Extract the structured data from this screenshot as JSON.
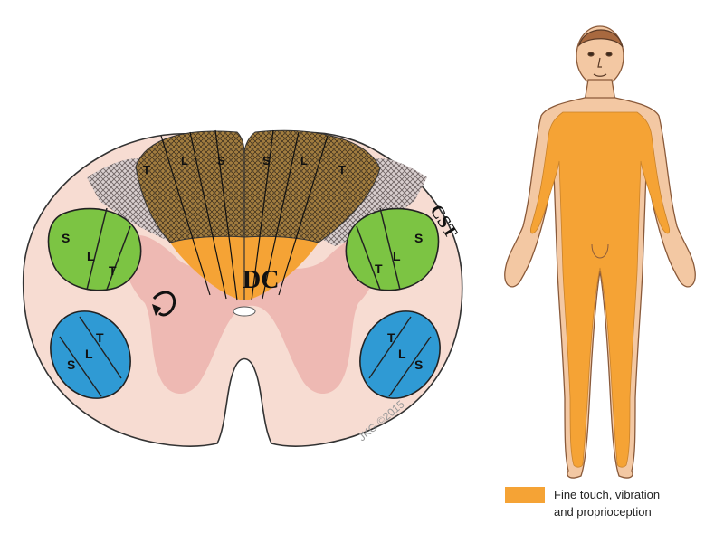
{
  "spinal_cord": {
    "dorsal_column_label": "DC",
    "corticospinal_label": "CST",
    "copyright": "JKG ©2015",
    "dc_left_labels": [
      "T",
      "L",
      "S"
    ],
    "dc_right_labels": [
      "S",
      "L",
      "T"
    ],
    "left_lateral_tract_labels": [
      "S",
      "L",
      "T"
    ],
    "right_lateral_tract_labels": [
      "S",
      "L",
      "T"
    ],
    "left_anterior_tract_labels": [
      "S",
      "L",
      "T"
    ],
    "right_anterior_tract_labels": [
      "T",
      "L",
      "S"
    ]
  },
  "legend": {
    "label": "Fine touch, vibration and proprioception",
    "color": "#f5a335"
  },
  "colors": {
    "cord_outer": "#f7dcd2",
    "gray_matter": "#eeb9b3",
    "dorsal_column": "#f5a335",
    "lateral_tract": "#7cc443",
    "anterior_tract": "#2f9ad4",
    "hatch_dark": "#6b5634",
    "skin": "#f3c8a3",
    "body_fill": "#f5a335"
  }
}
